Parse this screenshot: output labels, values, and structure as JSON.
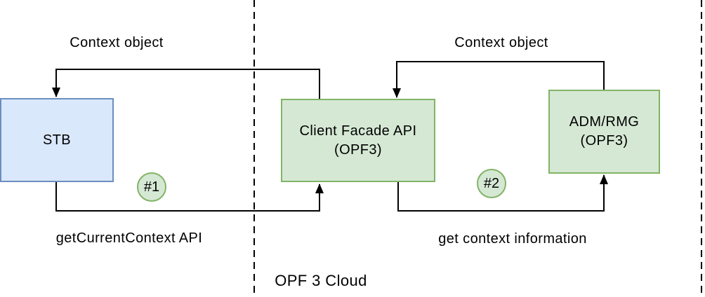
{
  "diagram": {
    "nodes": {
      "stb": {
        "label": "STB"
      },
      "client_facade": {
        "line1": "Client Facade API",
        "line2": "(OPF3)"
      },
      "adm_rmg": {
        "line1": "ADM/RMG",
        "line2": "(OPF3)"
      }
    },
    "edge_labels": {
      "context_object_left": "Context object",
      "context_object_right": "Context object",
      "get_current_context": "getCurrentContext API",
      "get_context_information": "get context information"
    },
    "badges": {
      "step1": "#1",
      "step2": "#2"
    },
    "zone_label": "OPF 3 Cloud",
    "colors": {
      "blue_fill": "#dae8fc",
      "blue_border": "#6c8ebf",
      "green_fill": "#d5e8d4",
      "green_border": "#82b366",
      "line": "#000000",
      "background": "#ffffff"
    }
  }
}
